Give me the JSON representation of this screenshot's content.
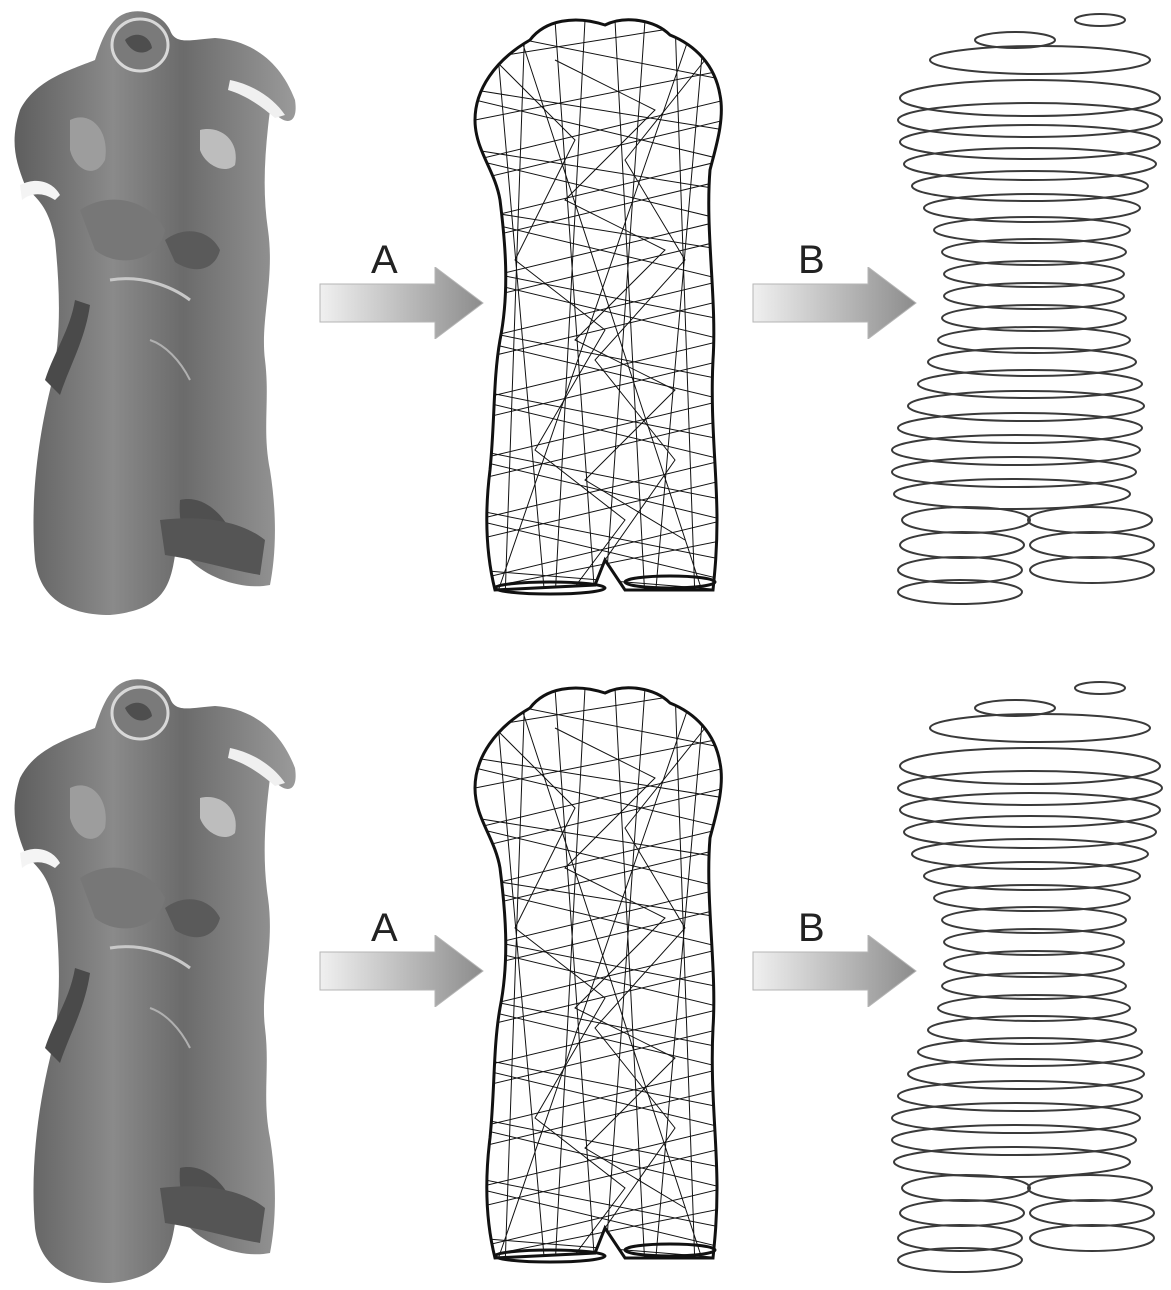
{
  "rows": [
    {
      "solid_icon": "shaded-torso-model",
      "mesh_icon": "wireframe-torso-mesh",
      "slices_icon": "contour-slice-stack",
      "step_a_label": "A",
      "step_b_label": "B"
    },
    {
      "solid_icon": "shaded-torso-model",
      "mesh_icon": "wireframe-torso-mesh",
      "slices_icon": "contour-slice-stack",
      "step_a_label": "A",
      "step_b_label": "B"
    }
  ],
  "colors": {
    "background": "#ffffff",
    "model_dark": "#6e6e6e",
    "model_light": "#f2f2f2",
    "mesh_line": "#111111",
    "contour_line": "#3a3a3a",
    "arrow_light": "#f0f0f0",
    "arrow_dark": "#8c8c8c"
  }
}
